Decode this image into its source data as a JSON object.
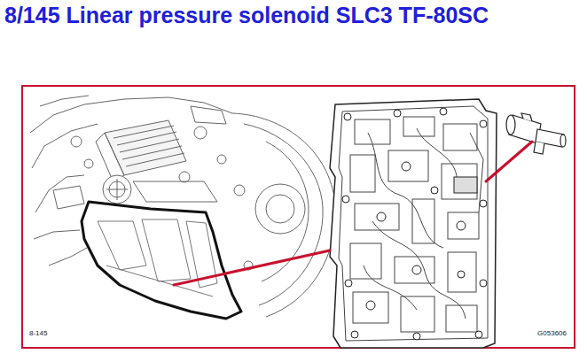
{
  "diagram": {
    "title": "8/145 Linear pressure solenoid SLC3 TF-80SC",
    "labels": [
      "8-145",
      "G053606"
    ]
  }
}
